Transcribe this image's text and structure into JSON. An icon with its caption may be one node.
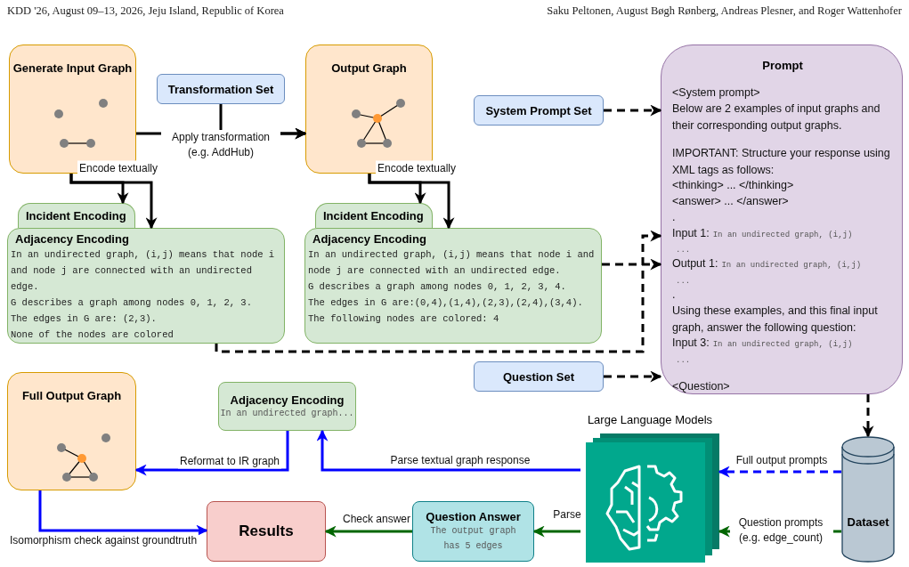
{
  "diagram": {
    "nodes": [
      {
        "text": [
          "Generate Input Graph"
        ]
      },
      {
        "text": [
          "Transformation Set"
        ]
      },
      {
        "text": [
          "Output Graph"
        ]
      },
      {
        "text": [
          "Incident Encoding"
        ]
      },
      {
        "text": [
          "Adjacency Encoding",
          "In an undirected graph, (i,j) means that node i and node j are connected with an undirected edge.",
          "G describes a graph among nodes 0, 1, 2, 3.",
          "The edges in G are: (2,3).",
          "None of the nodes are colored"
        ]
      },
      {
        "text": [
          "Incident Encoding"
        ]
      },
      {
        "text": [
          "Adjacency Encoding",
          "In an undirected graph, (i,j) means that node i and node j are connected with an undirected edge.",
          "G describes a graph among nodes 0, 1, 2, 3, 4.",
          "The edges in G are:(0,4),(1,4),(2,3),(2,4),(3,4).",
          "The following nodes are colored: 4"
        ]
      },
      {
        "text": [
          "System Prompt Set"
        ]
      },
      {
        "text": [
          "Prompt",
          "<System prompt>",
          "Below are 2 examples of input graphs and their corresponding output graphs.",
          "IMPORTANT: Structure your response using XML tags as follows:",
          "<thinking> ... </thinking>",
          "<answer> ... </answer>",
          ".",
          "Input 1:",
          "In an undirected graph, (i,j)",
          "...",
          "Output 1:",
          "In an undirected graph, (i,j)",
          "...",
          ".",
          "Using these examples, and this final input graph, answer the following question:",
          "Input 3:",
          "In an undirected graph, (i,j)",
          "...",
          "<Question>"
        ]
      },
      {
        "text": [
          "Question Set"
        ]
      },
      {
        "text": [
          "Full Output Graph"
        ]
      },
      {
        "text": [
          "Adjacency Encoding",
          "In an undirected graph..."
        ]
      },
      {
        "text": [
          "Large Language Models"
        ]
      },
      {
        "text": [
          "Dataset"
        ]
      },
      {
        "text": [
          "Question Answer",
          "The output graph has 5 edges"
        ]
      },
      {
        "text": [
          "Results"
        ]
      }
    ],
    "edges": [
      {
        "from": 0,
        "to": 2,
        "arrow": "to",
        "label": "Apply transformation (e.g. AddHub)"
      },
      {
        "from": 1,
        "to": 2,
        "arrow": "to"
      },
      {
        "from": 0,
        "to": 4,
        "arrow": "to",
        "label": "Encode textually"
      },
      {
        "from": 0,
        "to": 3,
        "arrow": "to"
      },
      {
        "from": 2,
        "to": 6,
        "arrow": "to",
        "label": "Encode textually"
      },
      {
        "from": 2,
        "to": 5,
        "arrow": "to"
      },
      {
        "from": 4,
        "to": 8,
        "arrow": "to",
        "style": "dashed"
      },
      {
        "from": 6,
        "to": 8,
        "arrow": "to",
        "style": "dashed"
      },
      {
        "from": 7,
        "to": 8,
        "arrow": "to",
        "style": "dashed"
      },
      {
        "from": 9,
        "to": 8,
        "arrow": "to",
        "style": "dashed"
      },
      {
        "from": 8,
        "to": 13,
        "arrow": "to",
        "style": "dashed"
      },
      {
        "from": 13,
        "to": 12,
        "arrow": "to",
        "style": "dashed",
        "color": "#0000ff",
        "label": "Full output prompts"
      },
      {
        "from": 13,
        "to": 12,
        "arrow": "to",
        "style": "dashed",
        "color": "#006600",
        "label": "Question prompts (e.g. edge_count)"
      },
      {
        "from": 12,
        "to": 11,
        "arrow": "to",
        "color": "#0000ff",
        "label": "Parse textual graph response"
      },
      {
        "from": 11,
        "to": 10,
        "arrow": "to",
        "color": "#0000ff",
        "label": "Reformat to IR graph"
      },
      {
        "from": 10,
        "to": 15,
        "arrow": "to",
        "color": "#0000ff",
        "label": "Isomorphism check against groundtruth"
      },
      {
        "from": 12,
        "to": 14,
        "arrow": "to",
        "color": "#006600",
        "label": "Parse"
      },
      {
        "from": 14,
        "to": 15,
        "arrow": "to",
        "color": "#006600",
        "label": "Check answer"
      }
    ],
    "labels": [
      "KDD '26, August 09–13, 2026, Jeju Island, Republic of Korea",
      "Saku Peltonen, August Bøgh Rønberg, Andreas Plesner, and Roger Wattenhofer"
    ]
  }
}
